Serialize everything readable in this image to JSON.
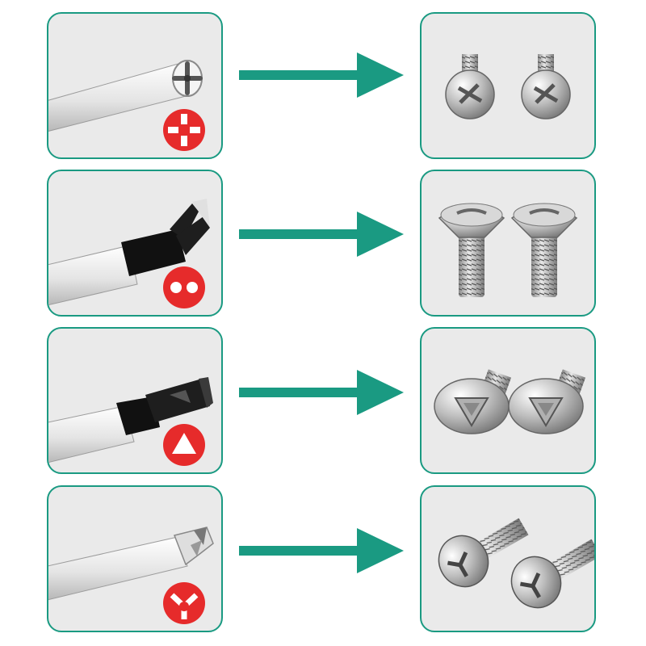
{
  "colors": {
    "accent": "#1a9a82",
    "card_bg": "#eaeaea",
    "badge": "#e62b2b",
    "metal": "#c9c9c9"
  },
  "rows": [
    {
      "tool": "phillips-cross-bit",
      "badge_icon": "cross-symbol-icon",
      "fastener": "phillips-pan-head-screws"
    },
    {
      "tool": "spanner-snake-eye-bit",
      "badge_icon": "two-dots-icon",
      "fastener": "spanner-countersunk-screws"
    },
    {
      "tool": "tri-wing-triangle-bit",
      "badge_icon": "triangle-icon",
      "fastener": "triangle-head-screws"
    },
    {
      "tool": "y-tip-tri-point-bit",
      "badge_icon": "y-symbol-icon",
      "fastener": "y-type-pan-head-screws"
    }
  ]
}
